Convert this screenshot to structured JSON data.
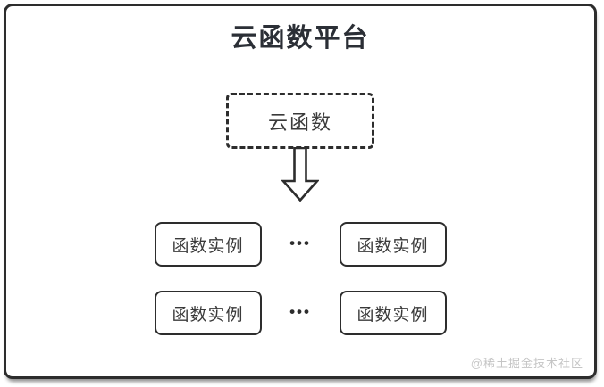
{
  "page": {
    "title": "云函数平台",
    "source_box": {
      "label": "云函数"
    },
    "arrow_icon": "down-arrow",
    "instance_rows": [
      {
        "left_label": "函数实例",
        "separator": "•••",
        "right_label": "函数实例"
      },
      {
        "left_label": "函数实例",
        "separator": "•••",
        "right_label": "函数实例"
      }
    ],
    "watermark": "@稀土掘金技术社区",
    "colors": {
      "frame_border": "#2d2d2d",
      "title_text": "#2b2f36",
      "node_text": "#3a3a3a",
      "watermark_text": "#c5c5c5",
      "background": "#ffffff"
    }
  }
}
